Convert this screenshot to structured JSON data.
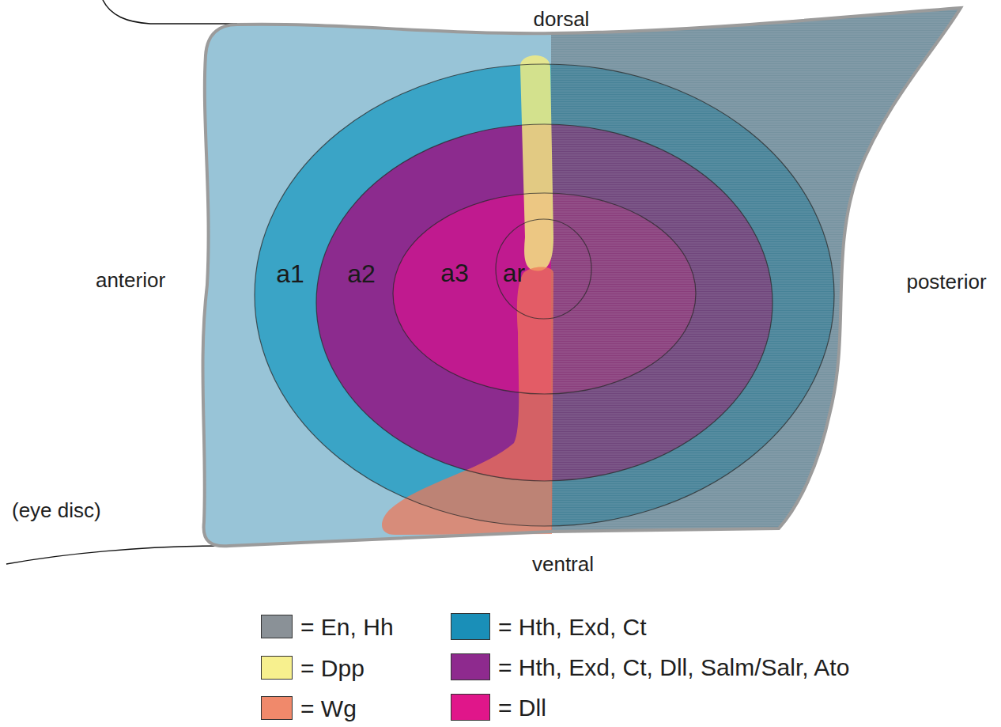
{
  "diagram": {
    "nodes": [
      {
        "text": [
          "a1"
        ]
      },
      {
        "text": [
          "a2"
        ],
        "in": 0
      },
      {
        "text": [
          "a3"
        ],
        "in": 1
      },
      {
        "text": [
          "ar"
        ],
        "in": 2
      }
    ],
    "labels": [
      "dorsal",
      "anterior",
      "posterior",
      "ventral",
      "(eye disc)"
    ],
    "legend": [
      {
        "text": "= En, Hh",
        "color": "#8a9197"
      },
      {
        "text": "= Hth, Exd, Ct",
        "color": "#1a8fb8"
      },
      {
        "text": "= Dpp",
        "color": "#f7f08e"
      },
      {
        "text": "= Hth, Exd, Ct, Dll, Salm/Salr, Ato",
        "color": "#8e2a8e"
      },
      {
        "text": "= Wg",
        "color": "#f0896b"
      },
      {
        "text": "= Dll",
        "color": "#e0168a"
      }
    ]
  }
}
